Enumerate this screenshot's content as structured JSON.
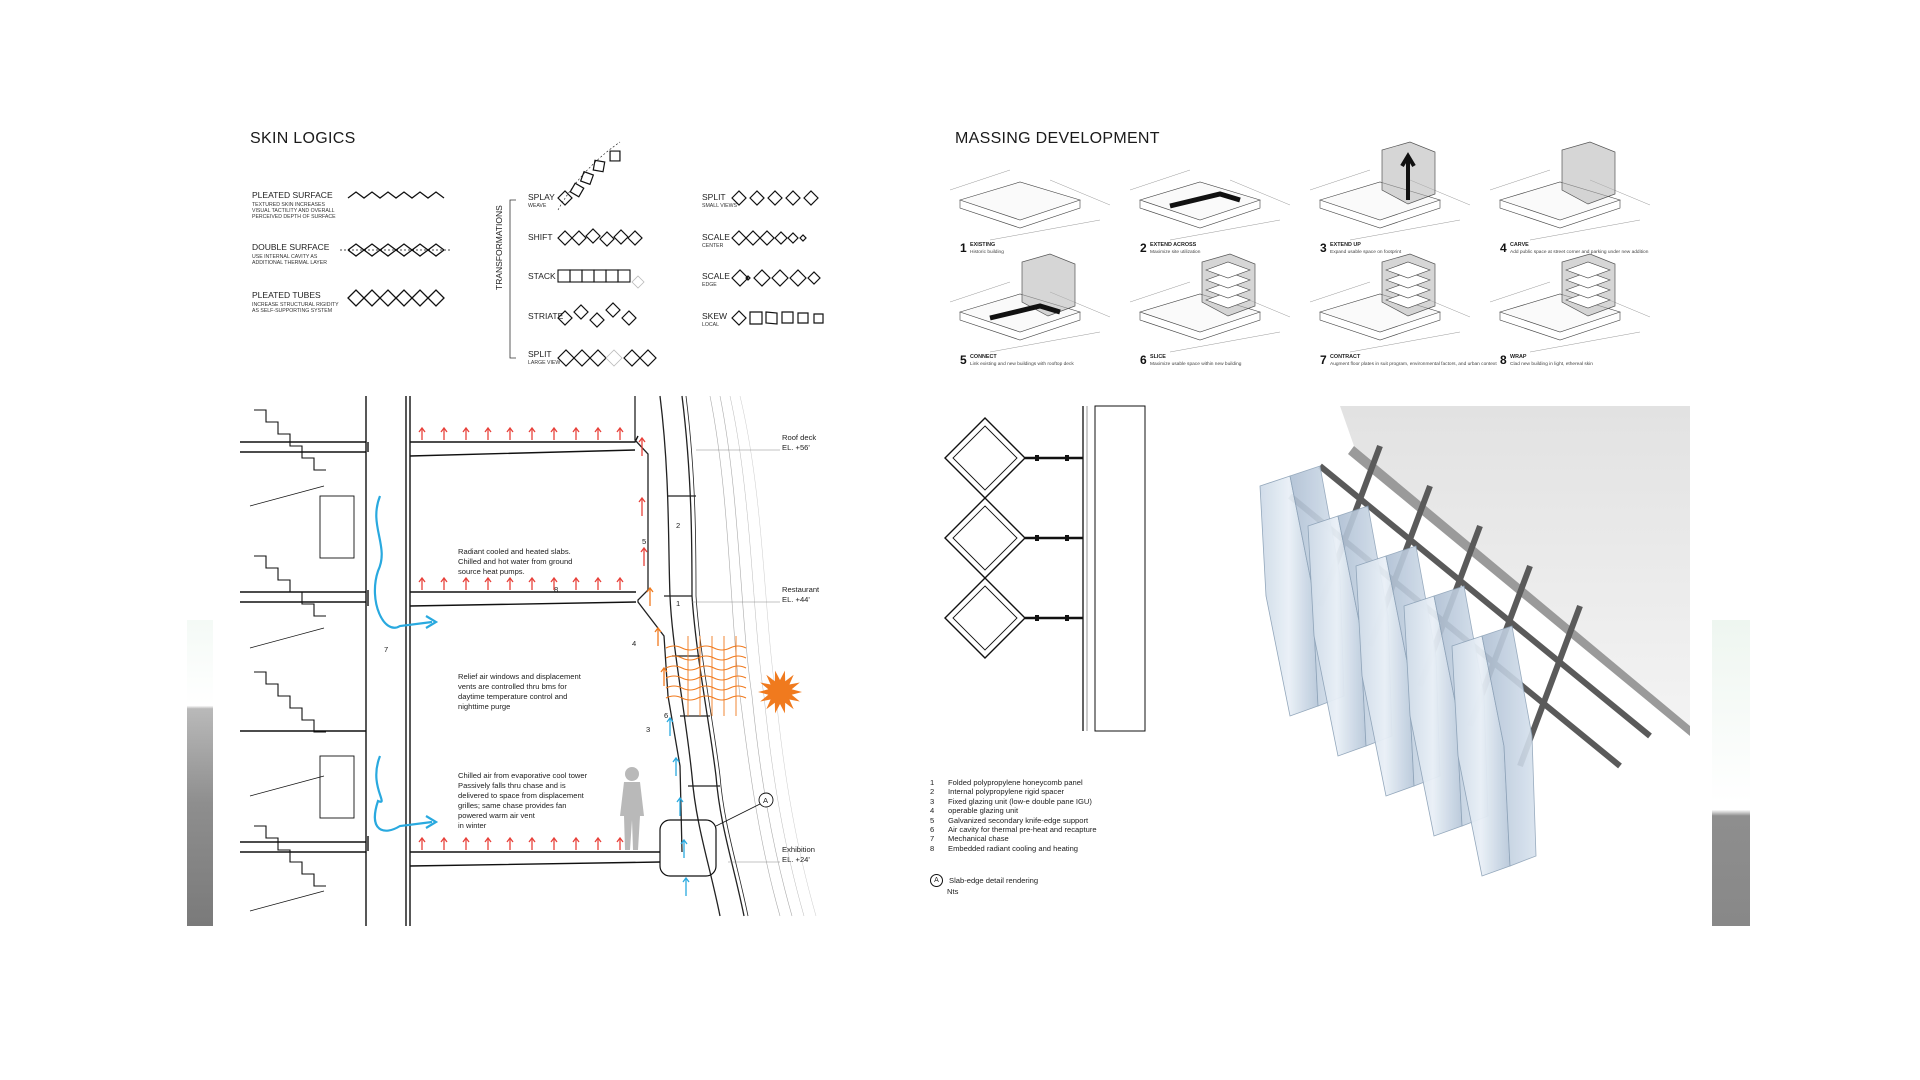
{
  "skin_logics": {
    "title": "SKIN LOGICS",
    "surfaces": [
      {
        "name": "PLEATED SURFACE",
        "desc": [
          "TEXTURED SKIN INCREASES",
          "VISUAL TACTILITY AND OVERALL",
          "PERCEIVED DEPTH OF SURFACE"
        ]
      },
      {
        "name": "DOUBLE SURFACE",
        "desc": [
          "USE INTERNAL CAVITY AS",
          "ADDITIONAL THERMAL LAYER"
        ]
      },
      {
        "name": "PLEATED TUBES",
        "desc": [
          "INCREASE STRUCTURAL RIGIDITY",
          "AS SELF-SUPPORTING SYSTEM"
        ]
      }
    ],
    "transformations_label": "TRANSFORMATIONS",
    "transforms_left": [
      {
        "name": "SPLAY",
        "sub": "WEAVE"
      },
      {
        "name": "SHIFT",
        "sub": ""
      },
      {
        "name": "STACK",
        "sub": ""
      },
      {
        "name": "STRIATE",
        "sub": ""
      },
      {
        "name": "SPLIT",
        "sub": "LARGE VIEW"
      }
    ],
    "transforms_right": [
      {
        "name": "SPLIT",
        "sub": "SMALL VIEWS"
      },
      {
        "name": "SCALE",
        "sub": "CENTER"
      },
      {
        "name": "SCALE",
        "sub": "EDGE"
      },
      {
        "name": "SKEW",
        "sub": "LOCAL"
      }
    ]
  },
  "massing": {
    "title": "MASSING DEVELOPMENT",
    "steps": [
      {
        "num": "1",
        "name": "EXISTING",
        "desc": "Historic building"
      },
      {
        "num": "2",
        "name": "EXTEND ACROSS",
        "desc": "Maximize site utilization"
      },
      {
        "num": "3",
        "name": "EXTEND UP",
        "desc": "Expand usable space on footprint"
      },
      {
        "num": "4",
        "name": "CARVE",
        "desc": "Add public space at street corner and parking under new addition"
      },
      {
        "num": "5",
        "name": "CONNECT",
        "desc": "Link existing and new buildings with rooftop deck"
      },
      {
        "num": "6",
        "name": "SLICE",
        "desc": "Maximize usable space within new building"
      },
      {
        "num": "7",
        "name": "CONTRACT",
        "desc": "Augment floor plates in suit program, environmental factors, and urban context"
      },
      {
        "num": "8",
        "name": "WRAP",
        "desc": "Clad new building in light, ethereal skin"
      }
    ]
  },
  "section": {
    "elevations": [
      {
        "name": "Roof deck",
        "el": "EL. +56'"
      },
      {
        "name": "Restaurant",
        "el": "EL. +44'"
      },
      {
        "name": "Exhibition",
        "el": "EL. +24'"
      }
    ],
    "notes": {
      "radiant": [
        "Radiant cooled and heated slabs.",
        "Chilled and hot water from ground",
        "source heat pumps."
      ],
      "relief": [
        "Relief air windows and displacement",
        "vents are controlled thru bms for",
        "daytime temperature control and",
        "nighttime purge"
      ],
      "chilled": [
        "Chilled air from evaporative cool tower",
        "Passively falls thru chase and is",
        "delivered to space from displacement",
        "grilles; same chase provides fan",
        "powered warm air vent",
        "in winter"
      ]
    },
    "callout": "A",
    "numbers": [
      "1",
      "2",
      "3",
      "4",
      "5",
      "6",
      "7",
      "8"
    ]
  },
  "legend": {
    "items": [
      {
        "num": "1",
        "text": "Folded polypropylene honeycomb panel"
      },
      {
        "num": "2",
        "text": "Internal polypropylene rigid spacer"
      },
      {
        "num": "3",
        "text": "Fixed glazing unit (low-e double pane IGU)"
      },
      {
        "num": "4",
        "text": "operable glazing unit"
      },
      {
        "num": "5",
        "text": "Galvanized secondary knife-edge support"
      },
      {
        "num": "6",
        "text": "Air cavity for thermal pre-heat and recapture"
      },
      {
        "num": "7",
        "text": "Mechanical chase"
      },
      {
        "num": "8",
        "text": "Embedded radiant cooling and heating"
      }
    ],
    "detail_callout": "A",
    "detail_label": "Slab-edge detail rendering",
    "detail_scale": "Nts"
  },
  "colors": {
    "cool_air": "#29a9df",
    "warm_air": "#e8413a",
    "sun": "#f07a1e",
    "grey_strip": "#8a8a8a"
  }
}
